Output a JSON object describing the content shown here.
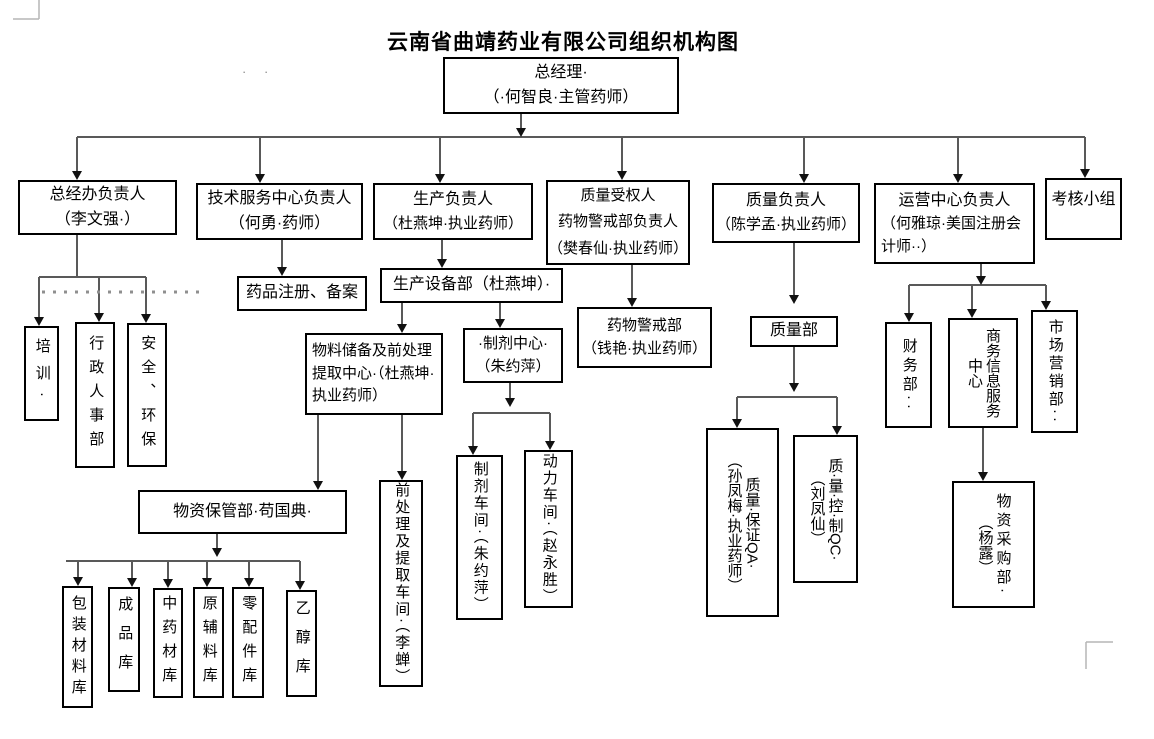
{
  "title": "云南省曲靖药业有限公司组织机构图",
  "formatting_marks": "· ·",
  "colors": {
    "background": "#ffffff",
    "box_border": "#000000",
    "text": "#000000",
    "connector_line": "#595959",
    "arrowhead": "#111111",
    "dotted_line": "#8f8f8f",
    "crop_mark": "#b5b5b5"
  },
  "nodes": {
    "gm": {
      "line1": "总经理·",
      "line2": "（·何智良·主管药师）"
    },
    "office": {
      "line1": "总经办负责人",
      "line2": "（李文强·）"
    },
    "tech": {
      "line1": "技术服务中心负责人",
      "line2": "（何勇·药师）"
    },
    "production": {
      "line1": "生产负责人",
      "line2": "（杜燕坤·执业药师）"
    },
    "quality_auth": {
      "line1": "质量受权人",
      "line2": "药物警戒部负责人",
      "line3": "（樊春仙·执业药师）"
    },
    "quality_head": {
      "line1": "质量负责人",
      "line2": "（陈学孟·执业药师）"
    },
    "operations": {
      "line1": "运营中心负责人",
      "line2": "（何雅琼·美国注册会计师··）"
    },
    "assessment": {
      "line1": "考核小组"
    },
    "training": {
      "text": "培训·"
    },
    "hr": {
      "text": "行政人事部"
    },
    "safety": {
      "text": "安全、环保"
    },
    "drug_reg": {
      "text": "药品注册、备案"
    },
    "equipment": {
      "text": "生产设备部（杜燕坤）·"
    },
    "material_center": {
      "text": "物料储备及前处理提取中心·（杜燕坤·执业药师）"
    },
    "prep_center": {
      "line1": "·制剂中心·",
      "line2": "（朱约萍）"
    },
    "pharmacovigilance": {
      "line1": "药物警戒部",
      "line2": "（钱艳·执业药师）"
    },
    "quality_dept": {
      "line1": "质量部"
    },
    "finance": {
      "text": "财务部··"
    },
    "business_info": {
      "col1": "商务信息服务",
      "col2": "中心"
    },
    "marketing": {
      "text": "市场营销部··"
    },
    "qa": {
      "col1": "质量·保证QA·",
      "col2": "（孙凤梅·执业药师）"
    },
    "qc": {
      "col1": "质·量·控·制QC·",
      "col2": "（刘凤仙）"
    },
    "storage": {
      "text": "物资保管部·苟国典·"
    },
    "pretreatment": {
      "text": "前处理及提取车间·（李蝉）"
    },
    "prep_workshop": {
      "text": "制剂车间·（朱约萍）"
    },
    "power_workshop": {
      "text": "动力车间·（赵永胜）"
    },
    "wh_packaging": {
      "text": "包装材料库"
    },
    "wh_finished": {
      "text": "成品库"
    },
    "wh_herbs": {
      "text": "中药材库"
    },
    "wh_raw": {
      "text": "原辅料库"
    },
    "wh_parts": {
      "text": "零配件库"
    },
    "wh_ethanol": {
      "text": "乙醇库"
    },
    "purchasing": {
      "col1": "物资采购部·",
      "col2": "（杨露）"
    }
  }
}
